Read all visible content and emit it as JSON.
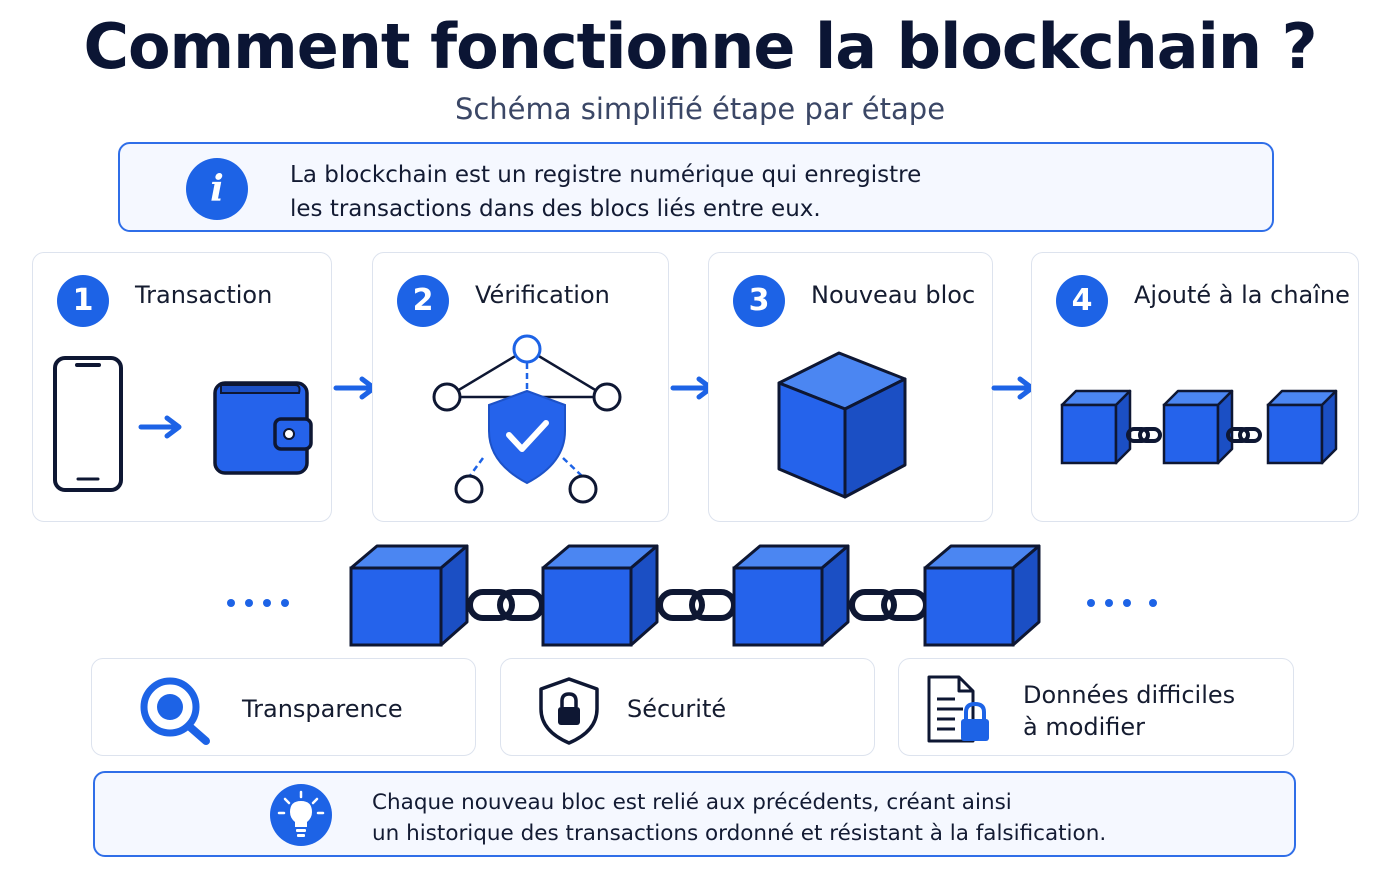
{
  "title": "Comment fonctionne la blockchain ?",
  "subtitle": "Schéma simplifié étape par étape",
  "intro": {
    "icon": "info-icon",
    "line1": "La blockchain est un registre numérique qui enregistre",
    "line2": "les transactions dans des blocs liés entre eux."
  },
  "steps": [
    {
      "number": "1",
      "title": "Transaction",
      "icons": [
        "smartphone-icon",
        "wallet-icon"
      ]
    },
    {
      "number": "2",
      "title": "Vérification",
      "icons": [
        "network-shield-icon"
      ]
    },
    {
      "number": "3",
      "title": "Nouveau bloc",
      "icons": [
        "cube-icon"
      ]
    },
    {
      "number": "4",
      "title": "Ajouté à la chaîne",
      "icons": [
        "chained-blocks-icon"
      ]
    }
  ],
  "chain": {
    "blocks": 4,
    "ellipsis": "...."
  },
  "features": [
    {
      "icon": "magnifier-icon",
      "label": "Transparence"
    },
    {
      "icon": "shield-lock-icon",
      "label": "Sécurité"
    },
    {
      "icon": "locked-document-icon",
      "line1": "Données difficiles",
      "line2": "à modifier"
    }
  ],
  "conclusion": {
    "icon": "lightbulb-icon",
    "line1": "Chaque nouveau bloc est relié aux précédents, créant ainsi",
    "line2": "un historique des transactions ordonné et résistant à la falsification."
  },
  "colors": {
    "accent": "#1d63e6",
    "block": "#2563eb",
    "dark": "#0e1733",
    "border": "#dde3ee"
  }
}
